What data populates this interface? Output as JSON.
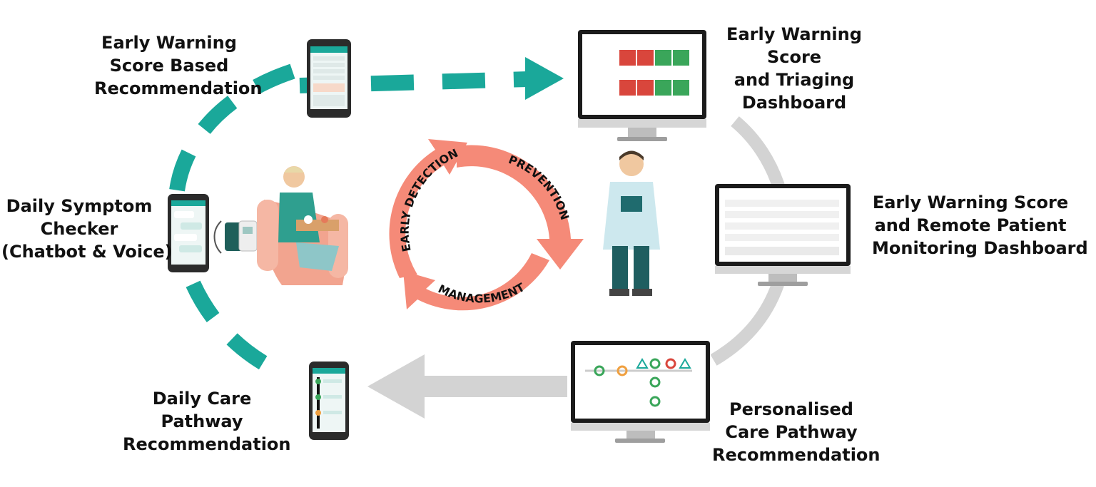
{
  "labels": {
    "ews_reco": [
      "Early Warning",
      "Score Based",
      "Recommendation"
    ],
    "symptom": [
      "Daily Symptom",
      "Checker",
      "(Chatbot & Voice)"
    ],
    "care_reco": [
      "Daily Care",
      "Pathway",
      "Recommendation"
    ],
    "triage": [
      "Early Warning",
      "Score",
      "and Triaging",
      "Dashboard"
    ],
    "remote": [
      "Early Warning Score",
      "and Remote Patient",
      "Monitoring Dashboard"
    ],
    "personal": [
      "Personalised",
      "Care Pathway",
      "Recommendation"
    ]
  },
  "cycle": {
    "stage_1": "EARLY DETECTION",
    "stage_2": "PREVENTION",
    "stage_3": "MANAGEMENT"
  },
  "colors": {
    "teal": "#1aa89a",
    "salmon": "#f58a78",
    "gray": "#d3d3d3",
    "green": "#3aa65a",
    "red": "#d9463c",
    "orange": "#f0a040"
  },
  "icons": [
    "phone-icon",
    "monitor-icon",
    "nurse-icon",
    "patient-icon",
    "bp-monitor-icon"
  ]
}
